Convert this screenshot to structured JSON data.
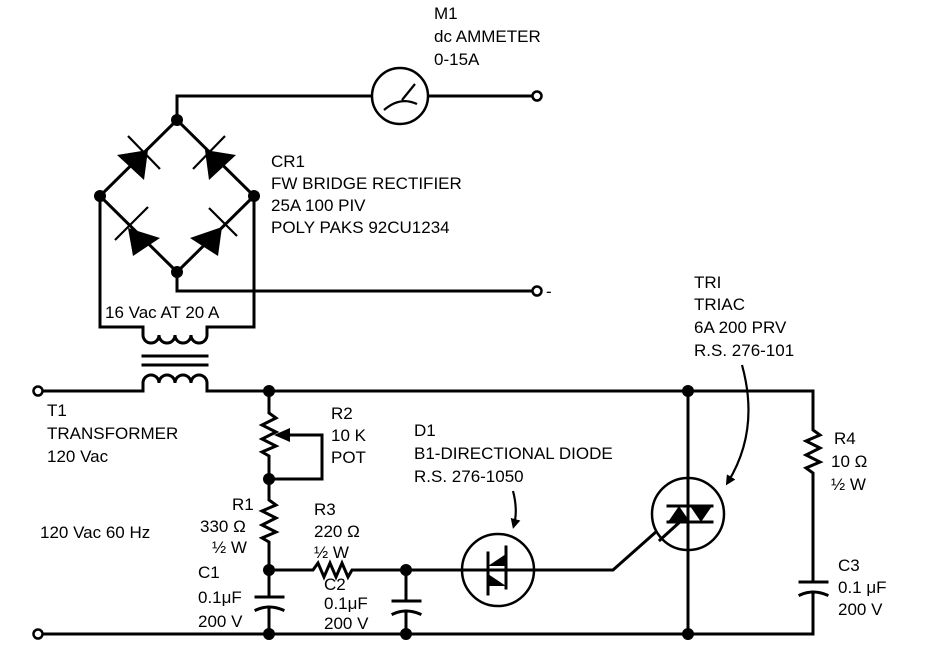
{
  "title": "Triac-controlled battery charger schematic",
  "components": {
    "m1": {
      "ref": "M1",
      "name": "dc AMMETER",
      "rating": "0-15A"
    },
    "cr1": {
      "ref": "CR1",
      "name": "FW BRIDGE RECTIFIER",
      "rating": "25A 100 PIV",
      "part": "POLY PAKS 92CU1234"
    },
    "secondary": {
      "label": "16 Vac AT 20 A"
    },
    "t1": {
      "ref": "T1",
      "name": "TRANSFORMER",
      "rating": "120 Vac"
    },
    "input": {
      "label": "120 Vac 60 Hz"
    },
    "r2": {
      "ref": "R2",
      "value": "10 K",
      "type": "POT"
    },
    "r1": {
      "ref": "R1",
      "value": "330 Ω",
      "power": "½ W"
    },
    "r3": {
      "ref": "R3",
      "value": "220 Ω",
      "power": "½ W"
    },
    "c1": {
      "ref": "C1",
      "value": "0.1μF",
      "voltage": "200 V"
    },
    "c2": {
      "ref": "C2",
      "value": "0.1μF",
      "voltage": "200 V"
    },
    "d1": {
      "ref": "D1",
      "name": "B1-DIRECTIONAL DIODE",
      "part": "R.S. 276-1050"
    },
    "tr1": {
      "ref": "TRI",
      "name": "TRIAC",
      "rating": "6A 200 PRV",
      "part": "R.S. 276-101"
    },
    "r4": {
      "ref": "R4",
      "value": "10 Ω",
      "power": "½ W"
    },
    "c3": {
      "ref": "C3",
      "value": "0.1 μF",
      "voltage": "200 V"
    }
  },
  "terminals": {
    "dc_negative": "-"
  }
}
